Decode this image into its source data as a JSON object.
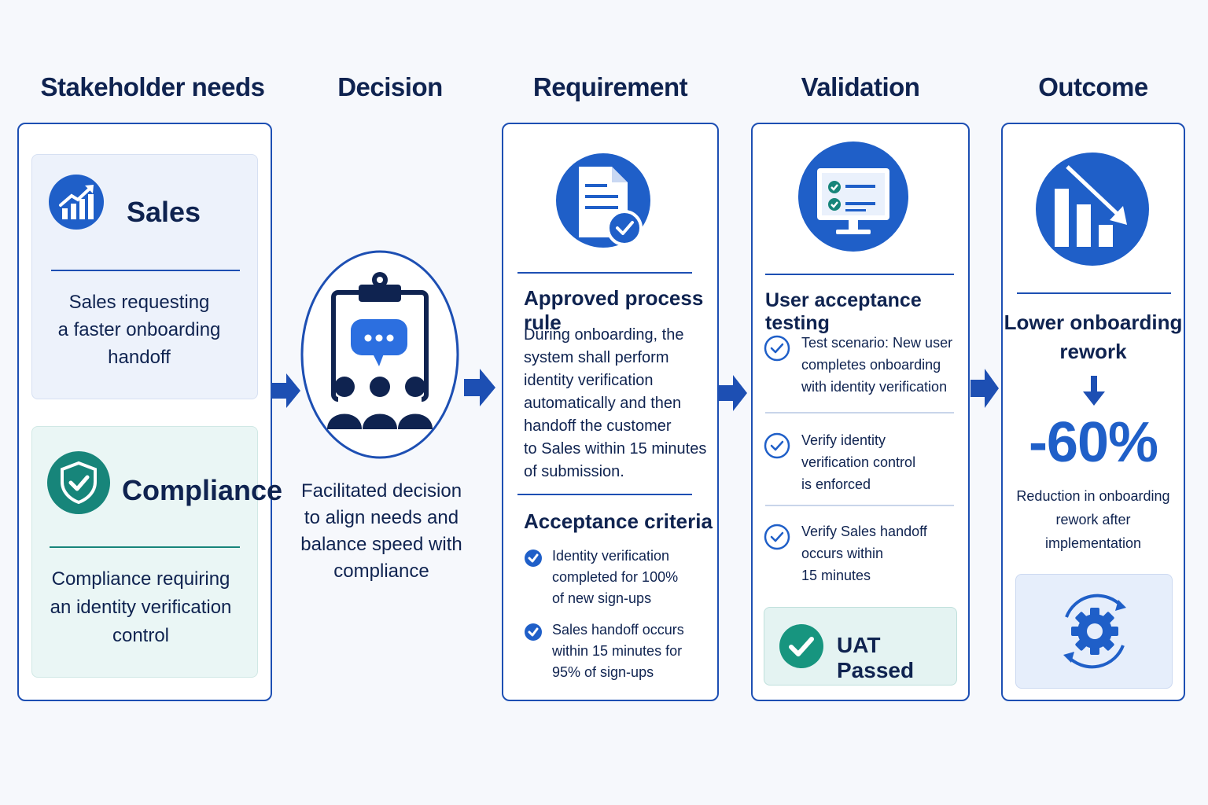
{
  "columns": {
    "stakeholder": "Stakeholder needs",
    "decision": "Decision",
    "requirement": "Requirement",
    "validation": "Validation",
    "outcome": "Outcome"
  },
  "stakeholders": {
    "sales_title": "Sales",
    "sales_need": [
      "Sales requesting",
      "a faster onboarding",
      "handoff"
    ],
    "compliance_title": "Compliance",
    "compliance_need": [
      "Compliance requiring",
      "an identity verification",
      "control"
    ]
  },
  "decision": {
    "text": [
      "Facilitated decision",
      "to align needs and",
      "balance speed with",
      "compliance"
    ]
  },
  "requirement": {
    "rule_title": "Approved process rule",
    "rule_text": [
      "During onboarding, the",
      "system shall perform",
      "identity verification",
      "automatically and then",
      "handoff the customer",
      "to Sales within 15 minutes",
      "of submission."
    ],
    "criteria_title": "Acceptance criteria",
    "criteria": [
      [
        "Identity verification",
        "completed for 100%",
        "of new sign-ups"
      ],
      [
        "Sales handoff occurs",
        "within 15 minutes for",
        "95% of sign-ups"
      ]
    ]
  },
  "validation": {
    "title": "User acceptance testing",
    "tests": [
      [
        "Test scenario: New user",
        "completes onboarding",
        "with identity verification"
      ],
      [
        "Verify identity",
        "verification control",
        "is enforced"
      ],
      [
        "Verify Sales handoff",
        "occurs within",
        "15 minutes"
      ]
    ],
    "status": "UAT Passed"
  },
  "outcome": {
    "title": [
      "Lower onboarding",
      "rework"
    ],
    "metric": "-60%",
    "metric_desc": [
      "Reduction in onboarding",
      "rework after",
      "implementation"
    ]
  },
  "colors": {
    "primary": "#1d4fb3",
    "accent_blue": "#1f66d1",
    "teal": "#17857a",
    "text": "#0f2350"
  },
  "icons": [
    "chart-up-icon",
    "shield-check-icon",
    "meeting-clipboard-icon",
    "document-check-icon",
    "monitor-checklist-icon",
    "chart-down-icon",
    "gear-cycle-icon",
    "check-circle-icon"
  ]
}
